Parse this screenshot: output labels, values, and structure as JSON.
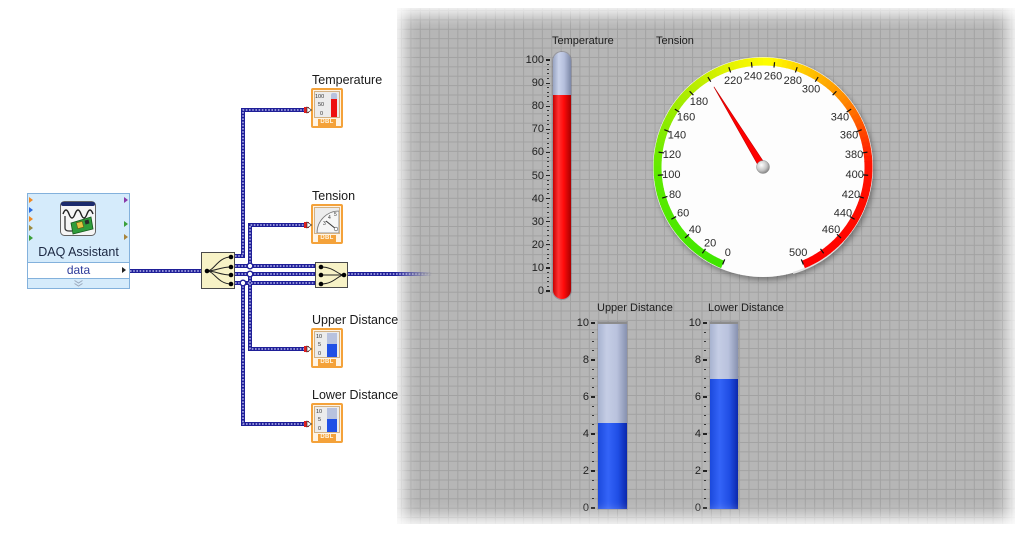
{
  "block_diagram": {
    "daq_assistant": {
      "title": "DAQ Assistant",
      "output_terminal_label": "data",
      "expand_icon": "chevron-double-down-icon",
      "left_terminal_colors": [
        "#f08a24",
        "#2a6ae0",
        "#f08a24",
        "#9a8a40",
        "#3aa03a"
      ],
      "right_terminal_colors": [
        "#8a3aa8",
        "#3aa03a",
        "#a8843a"
      ]
    },
    "indicator_terminals": [
      {
        "label": "Temperature",
        "data_type": "DBL",
        "icon": "thermometer-icon",
        "icon_scale": [
          "100",
          "50",
          "0"
        ]
      },
      {
        "label": "Tension",
        "data_type": "DBL",
        "icon": "gauge-icon",
        "icon_scale": [
          "3",
          "4",
          "5"
        ]
      },
      {
        "label": "Upper Distance",
        "data_type": "DBL",
        "icon": "tank-icon",
        "icon_scale": [
          "10",
          "5",
          "0"
        ]
      },
      {
        "label": "Lower Distance",
        "data_type": "DBL",
        "icon": "tank-icon",
        "icon_scale": [
          "10",
          "5",
          "0"
        ]
      }
    ],
    "colors": {
      "wire": "#1f1f98",
      "wire_dots": "#d6d6ff",
      "terminal_border": "#f4a23a",
      "node_fill": "#f7f2c6",
      "daq_fill": "#d5ebfb"
    }
  },
  "front_panel": {
    "background": "#b6b6b6",
    "temperature": {
      "label": "Temperature",
      "type": "thermometer",
      "min": 0,
      "max": 100,
      "value": 85,
      "labels": [
        "0",
        "10",
        "20",
        "30",
        "40",
        "50",
        "60",
        "70",
        "80",
        "90",
        "100"
      ],
      "minor_step": 2,
      "fill_color": "#ff0000"
    },
    "tension": {
      "label": "Tension",
      "type": "gauge",
      "min": 0,
      "max": 500,
      "value": 200,
      "tick_step": 20,
      "start_angle": 112.5,
      "sweep": 315,
      "labels": [
        "0",
        "20",
        "40",
        "60",
        "80",
        "100",
        "120",
        "140",
        "160",
        "180",
        "220",
        "240",
        "260",
        "280",
        "300",
        "340",
        "360",
        "380",
        "400",
        "420",
        "440",
        "460",
        "500"
      ],
      "color_stops": [
        [
          0,
          "#3ee600"
        ],
        [
          100,
          "#5cea00"
        ],
        [
          180,
          "#b0ec00"
        ],
        [
          230,
          "#eef400"
        ],
        [
          255,
          "#ffff00"
        ],
        [
          290,
          "#ffc400"
        ],
        [
          330,
          "#ff8a00"
        ],
        [
          360,
          "#ff4c00"
        ],
        [
          390,
          "#ff1200"
        ],
        [
          500,
          "#ff0000"
        ]
      ],
      "needle_color": "#ff0000"
    },
    "upper_distance": {
      "label": "Upper Distance",
      "type": "tank",
      "min": 0,
      "max": 10,
      "value": 4.6,
      "labels": [
        "0",
        "2",
        "4",
        "6",
        "8",
        "10"
      ],
      "minor_step": 0.5,
      "fill_color": "#1f4fe6"
    },
    "lower_distance": {
      "label": "Lower Distance",
      "type": "tank",
      "min": 0,
      "max": 10,
      "value": 7.0,
      "labels": [
        "0",
        "2",
        "4",
        "6",
        "8",
        "10"
      ],
      "minor_step": 0.5,
      "fill_color": "#1f4fe6"
    }
  }
}
